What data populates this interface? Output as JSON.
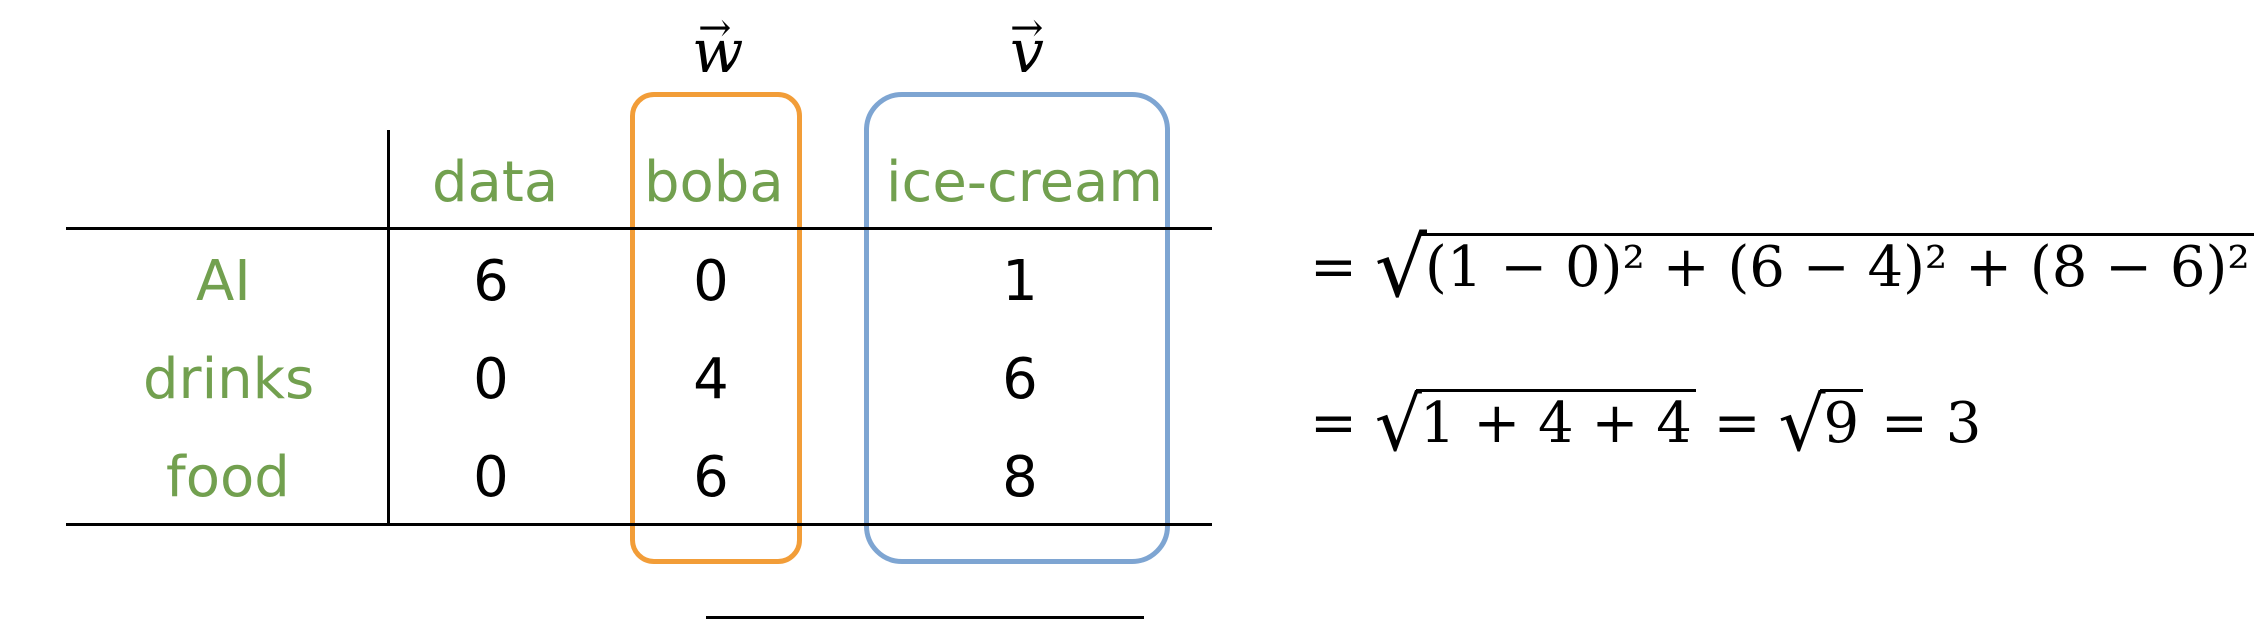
{
  "table": {
    "column_vectors": {
      "w": "w",
      "v": "v"
    },
    "headers": [
      "data",
      "boba",
      "ice-cream"
    ],
    "rows": [
      {
        "label": "AI",
        "values": [
          "6",
          "0",
          "1"
        ]
      },
      {
        "label": "drinks",
        "values": [
          "0",
          "4",
          "6"
        ]
      },
      {
        "label": "food",
        "values": [
          "0",
          "6",
          "8"
        ]
      }
    ]
  },
  "equations": {
    "line1": {
      "eq": "=",
      "radicand": "(1 − 0)² + (6 − 4)² + (8 − 6)²"
    },
    "line2": {
      "eq1": "=",
      "radicand1": "1 + 4 + 4",
      "eq2": "=",
      "radicand2": "9",
      "eq3": "= 3"
    }
  },
  "colors": {
    "label_green": "#72a04f",
    "boba_box": "#f29d38",
    "icecream_box": "#7ea5d2"
  }
}
